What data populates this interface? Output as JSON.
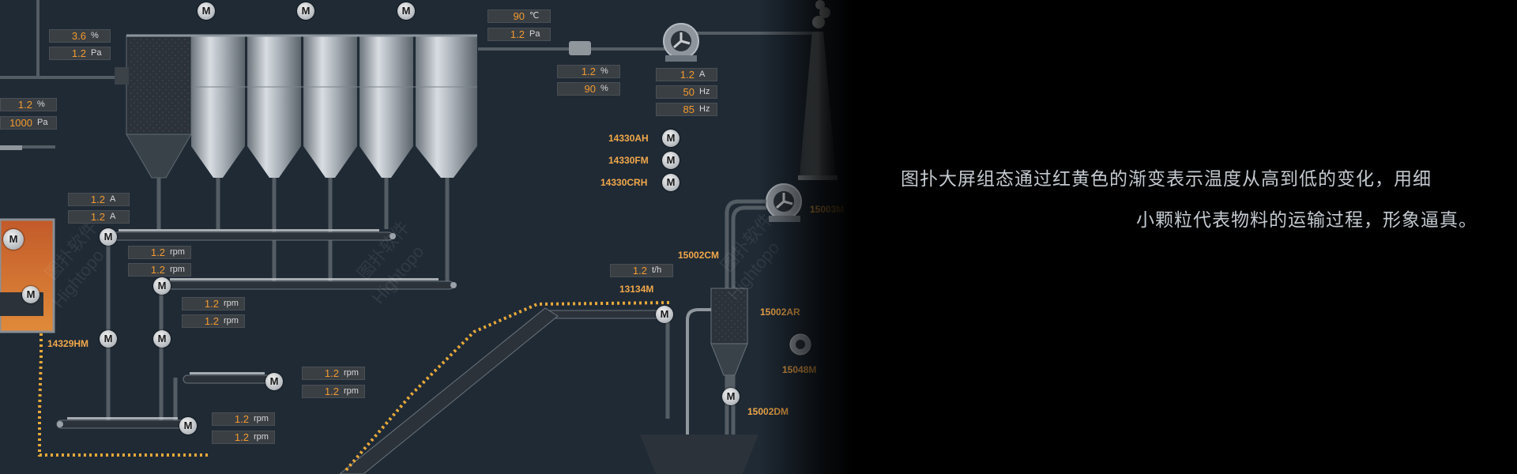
{
  "readouts": {
    "r1": {
      "value": "3.6",
      "unit": "%"
    },
    "r2": {
      "value": "1.2",
      "unit": "Pa"
    },
    "r3": {
      "value": "1.2",
      "unit": "%"
    },
    "r4": {
      "value": "1000",
      "unit": "Pa"
    },
    "r5": {
      "value": "90",
      "unit": "℃"
    },
    "r6": {
      "value": "1.2",
      "unit": "Pa"
    },
    "r7": {
      "value": "1.2",
      "unit": "%"
    },
    "r8": {
      "value": "90",
      "unit": "%"
    },
    "r9": {
      "value": "1.2",
      "unit": "A"
    },
    "r10": {
      "value": "50",
      "unit": "Hz"
    },
    "r11": {
      "value": "85",
      "unit": "Hz"
    },
    "r12": {
      "value": "1.2",
      "unit": "A"
    },
    "r13": {
      "value": "1.2",
      "unit": "A"
    },
    "r14": {
      "value": "1.2",
      "unit": "rpm"
    },
    "r15": {
      "value": "1.2",
      "unit": "rpm"
    },
    "r16": {
      "value": "1.2",
      "unit": "rpm"
    },
    "r17": {
      "value": "1.2",
      "unit": "rpm"
    },
    "r18": {
      "value": "1.2",
      "unit": "rpm"
    },
    "r19": {
      "value": "1.2",
      "unit": "rpm"
    },
    "r20": {
      "value": "1.2",
      "unit": "rpm"
    },
    "r21": {
      "value": "1.2",
      "unit": "rpm"
    },
    "r22": {
      "value": "1.2",
      "unit": "t/h"
    }
  },
  "motor_label": "M",
  "tags": {
    "t1": "14330AH",
    "t2": "14330FM",
    "t3": "14330CRH",
    "t4": "15003M",
    "t5": "15002CM",
    "t6": "13134M",
    "t7": "15002AR",
    "t8": "15048M",
    "t9": "15002DM",
    "t10": "14329HM"
  },
  "watermark": {
    "cn": "图扑软件",
    "en": "Hightopo"
  },
  "description": {
    "line1": "图扑大屏组态通过红黄色的渐变表示温度从高到低的变化，用细",
    "line2": "小颗粒代表物料的运输过程，形象逼真。"
  },
  "colors": {
    "value_text": "#f29a2e",
    "tag_text": "#f2a84a",
    "panel_bg": "#1f2a35",
    "material": "#e8a93a"
  }
}
